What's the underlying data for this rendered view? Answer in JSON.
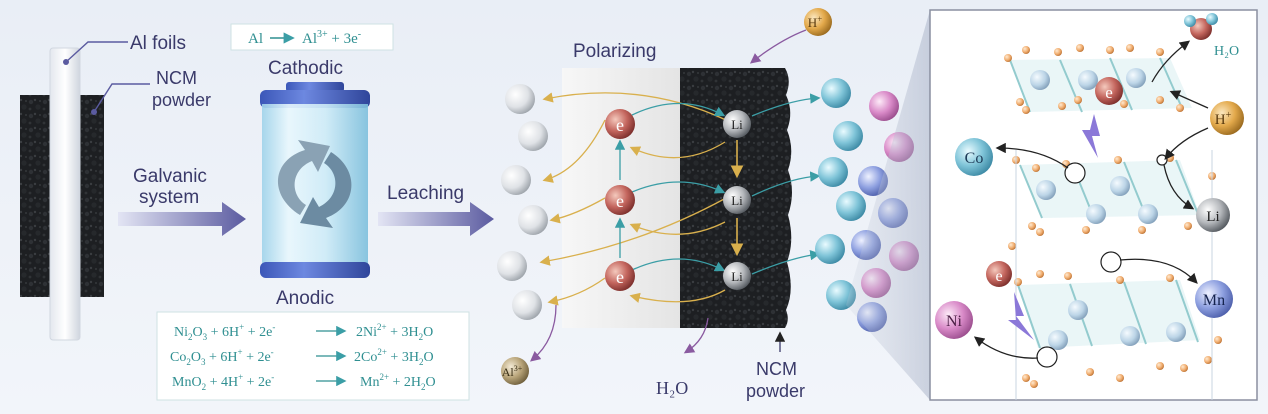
{
  "labels": {
    "al_foils": "Al foils",
    "ncm_powder_left_1": "NCM",
    "ncm_powder_left_2": "powder",
    "galvanic_1": "Galvanic",
    "galvanic_2": "system",
    "cathodic": "Cathodic",
    "anodic": "Anodic",
    "leaching": "Leaching",
    "polarizing": "Polarizing",
    "h_plus_top": "H",
    "h_plus_top_sup": "+",
    "water_bottom": "H₂O",
    "ncm_powder_bottom_1": "NCM",
    "ncm_powder_bottom_2": "powder",
    "al3_ion": "Al",
    "al3_ion_sup": "3+",
    "electron_symbol": "e",
    "li_symbol": "Li"
  },
  "equations": {
    "al_oxidation": {
      "lhs": "Al",
      "rhs_main": "Al",
      "rhs_sup": "3+",
      "rhs_tail": " + 3e",
      "rhs_tail_sup": "-"
    },
    "reactions": [
      {
        "lhs_a": "Ni",
        "lhs_a_sub": "2",
        "lhs_b": "O",
        "lhs_b_sub": "3",
        "lhs_c": " + 6H",
        "lhs_c_sup": "+",
        "lhs_d": " + 2e",
        "lhs_d_sup": "-",
        "rhs_a": "2Ni",
        "rhs_a_sup": "2+",
        "rhs_b": " + 3H",
        "rhs_b_sub": "2",
        "rhs_c": "O"
      },
      {
        "lhs_a": "Co",
        "lhs_a_sub": "2",
        "lhs_b": "O",
        "lhs_b_sub": "3",
        "lhs_c": " + 6H",
        "lhs_c_sup": "+",
        "lhs_d": " + 2e",
        "lhs_d_sup": "-",
        "rhs_a": "2Co",
        "rhs_a_sup": "2+",
        "rhs_b": " + 3H",
        "rhs_b_sub": "2",
        "rhs_c": "O"
      },
      {
        "lhs_a": "MnO",
        "lhs_a_sub": "2",
        "lhs_b": "",
        "lhs_b_sub": "",
        "lhs_c": " + 4H",
        "lhs_c_sup": "+",
        "lhs_d": " + 2e",
        "lhs_d_sup": "-",
        "rhs_a": "Mn",
        "rhs_a_sup": "2+",
        "rhs_b": " + 2H",
        "rhs_b_sub": "2",
        "rhs_c": "O"
      }
    ]
  },
  "inset": {
    "co": "Co",
    "li": "Li",
    "mn": "Mn",
    "ni": "Ni",
    "h_plus": "H",
    "h_plus_sup": "+",
    "water": "H₂O",
    "electron": "e"
  },
  "colors": {
    "accent_arrow": "#5b5ba0",
    "electron": "#b8544f",
    "teal_arrow": "#3b9ea6",
    "gold_arrow": "#d9b04d",
    "equation_text": "#2f8f91",
    "co_ion": "#7fc4d8",
    "ni_ion": "#d98ac8",
    "mn_ion": "#7d93d9",
    "h_ion": "#e3a94b",
    "al_ion": "#b9a57a"
  }
}
